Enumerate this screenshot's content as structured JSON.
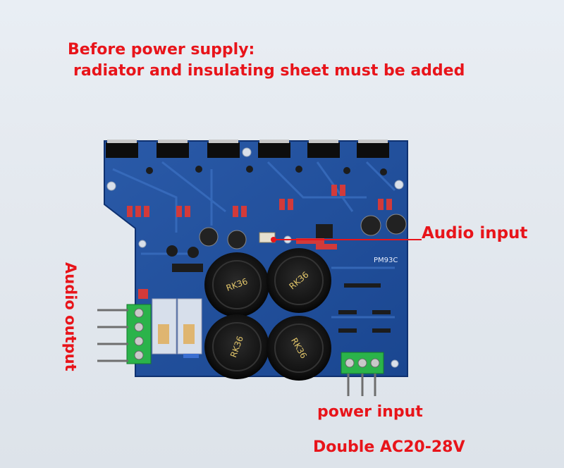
{
  "captions": {
    "warning_line1": "Before power supply:",
    "warning_line2": "radiator and insulating sheet must be added",
    "audio_input": "Audio input",
    "audio_output": "Audio output",
    "power_input": "power input",
    "voltage": "Double AC20-28V"
  },
  "board": {
    "model_label": "PM93C",
    "capacitor_labels": [
      "RK36",
      "RK36",
      "RK36",
      "RK36"
    ]
  },
  "colors": {
    "caption": "#e8141a",
    "pcb": "#1f4f9a",
    "terminal": "#2bb34a"
  }
}
